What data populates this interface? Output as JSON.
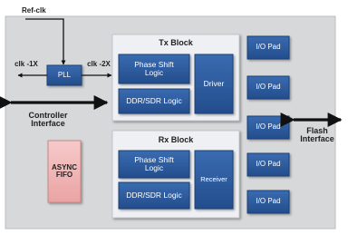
{
  "signals": {
    "ref_clk": "Ref-clk",
    "clk_1x": "clk -1X",
    "clk_2x": "clk -2X"
  },
  "pll": {
    "label": "PLL"
  },
  "tx_block": {
    "title": "Tx Block",
    "phase_shift": "Phase Shift Logic",
    "ddr_sdr": "DDR/SDR Logic",
    "driver": "Driver"
  },
  "rx_block": {
    "title": "Rx Block",
    "phase_shift": "Phase Shift Logic",
    "ddr_sdr": "DDR/SDR Logic",
    "receiver": "Receiver"
  },
  "async_fifo": {
    "label": "ASYNC FIFO"
  },
  "controller_interface": "Controller Interface",
  "flash_interface": "Flash Interface",
  "io_pads": [
    "I/O Pad",
    "I/O Pad",
    "I/O Pad",
    "I/O Pad",
    "I/O Pad"
  ],
  "colors": {
    "outer_panel": "#d6d8da",
    "block_panel": "#eef0f3",
    "blue_box": "#2f5d9e",
    "fifo_pink": "#f2b8b8"
  }
}
